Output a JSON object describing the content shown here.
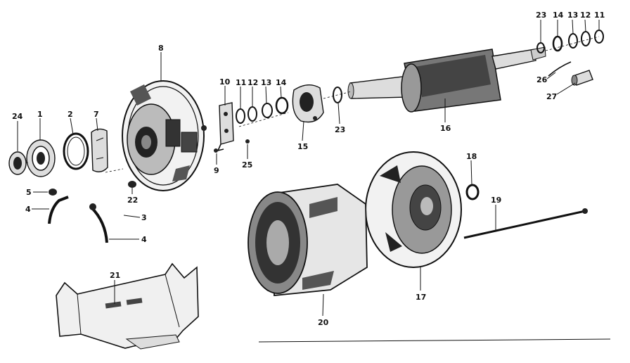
{
  "callouts": {
    "c1": "1",
    "c2": "2",
    "c3": "3",
    "c4a": "4",
    "c4b": "4",
    "c5": "5",
    "c7": "7",
    "c8": "8",
    "c9": "9",
    "c10": "10",
    "c11a": "11",
    "c12a": "12",
    "c13a": "13",
    "c14a": "14",
    "c15": "15",
    "c16": "16",
    "c17": "17",
    "c18": "18",
    "c19": "19",
    "c20": "20",
    "c21": "21",
    "c22": "22",
    "c23a": "23",
    "c23b": "23",
    "c24": "24",
    "c25": "25",
    "c26": "26",
    "c27": "27",
    "c11b": "11",
    "c12b": "12",
    "c13b": "13",
    "c14b": "14"
  }
}
